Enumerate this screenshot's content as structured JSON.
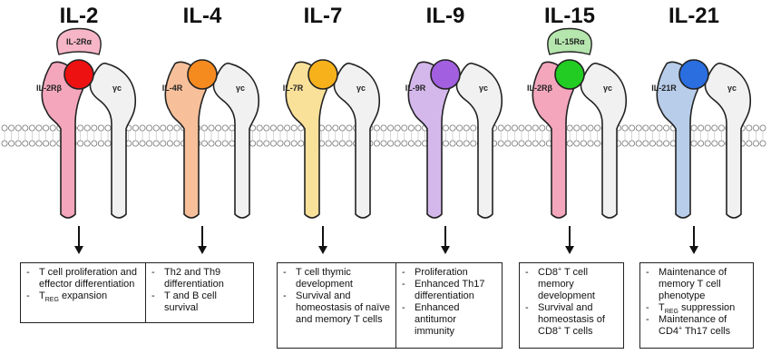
{
  "panels": [
    {
      "title": "IL-2",
      "alpha": "IL-2Rα",
      "alpha_color": "#f6b6c8",
      "receptor": "IL-2Rβ",
      "receptor_color": "#f4a6bd",
      "cytokine_color": "#ee1111",
      "gamma": "γc",
      "effects": [
        {
          "text": "T cell proliferation and effector differentiation"
        },
        {
          "pre": "T",
          "sub": "REG",
          "post": " expansion"
        }
      ]
    },
    {
      "title": "IL-4",
      "receptor": "IL-4R",
      "receptor_color": "#f7c09a",
      "cytokine_color": "#f58a1f",
      "gamma": "γc",
      "effects": [
        {
          "text": "Th2 and Th9 differentiation"
        },
        {
          "text": "T and B cell survival"
        }
      ]
    },
    {
      "title": "IL-7",
      "receptor": "IL-7R",
      "receptor_color": "#f9e19a",
      "cytokine_color": "#f7b21b",
      "gamma": "γc",
      "effects": [
        {
          "text": "T cell thymic development"
        },
        {
          "text": "Survival and homeostasis of naïve and memory T cells"
        }
      ]
    },
    {
      "title": "IL-9",
      "receptor": "IL-9R",
      "receptor_color": "#d4b8ec",
      "cytokine_color": "#a25fe0",
      "gamma": "γc",
      "effects": [
        {
          "text": "Proliferation"
        },
        {
          "text": "Enhanced Th17 differentiation"
        },
        {
          "text": "Enhanced antitumor immunity"
        }
      ]
    },
    {
      "title": "IL-15",
      "alpha": "IL-15Rα",
      "alpha_color": "#b5e6ad",
      "receptor": "IL-2Rβ",
      "receptor_color": "#f4a6bd",
      "cytokine_color": "#22cc22",
      "gamma": "γc",
      "effects": [
        {
          "pre": "CD8",
          "sup": "+",
          "post": " T cell memory development"
        },
        {
          "pre": "Survival and homeostasis of CD8",
          "sup": "+",
          "post": " T cells"
        }
      ]
    },
    {
      "title": "IL-21",
      "receptor": "IL-21R",
      "receptor_color": "#b7cdea",
      "cytokine_color": "#2a6ee0",
      "gamma": "γc",
      "effects": [
        {
          "text": "Maintenance of memory T cell phenotype"
        },
        {
          "pre": "T",
          "sub": "REG",
          "post": " suppression"
        },
        {
          "pre": "Maintenance of CD4",
          "sup": "+",
          "post": " Th17 cells"
        }
      ]
    }
  ]
}
